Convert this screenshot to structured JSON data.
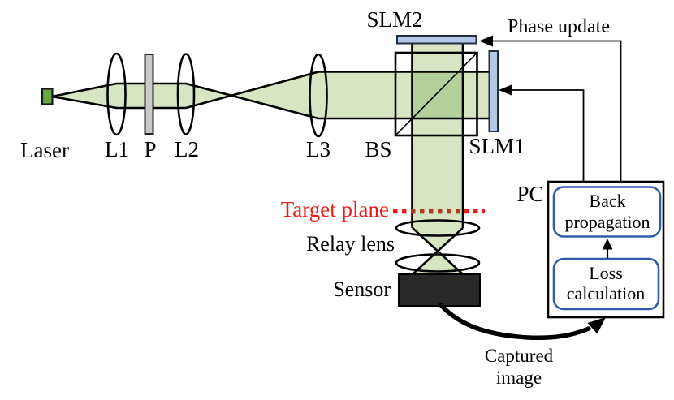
{
  "figure": {
    "kind": "optical-holography-setup-diagram",
    "background": "#ffffff"
  },
  "labels": {
    "laser": "Laser",
    "lens1": "L1",
    "polarizer": "P",
    "lens2": "L2",
    "lens3": "L3",
    "beam_splitter": "BS",
    "slm1": "SLM1",
    "slm2": "SLM2",
    "phase_update": "Phase update",
    "target_plane": "Target plane",
    "relay_lens": "Relay lens",
    "sensor": "Sensor",
    "pc": "PC",
    "captured_image_line1": "Captured",
    "captured_image_line2": "image"
  },
  "pc_modules": {
    "back_propagation_line1": "Back",
    "back_propagation_line2": "propagation",
    "loss_calculation_line1": "Loss",
    "loss_calculation_line2": "calculation"
  },
  "colors": {
    "beam_green": "#d7e5c2",
    "beam_overlap_green": "#b4d09a",
    "laser_green": "#66a83d",
    "slm_blue": "#b4c7e7",
    "polarizer_gray": "#c9c9c9",
    "module_border_blue": "#2f5da9",
    "target_plane_red": "#ed1c1c",
    "target_plane_red_on_beam": "#a8401f",
    "sensor_black": "#282828",
    "line_black": "#000000"
  }
}
